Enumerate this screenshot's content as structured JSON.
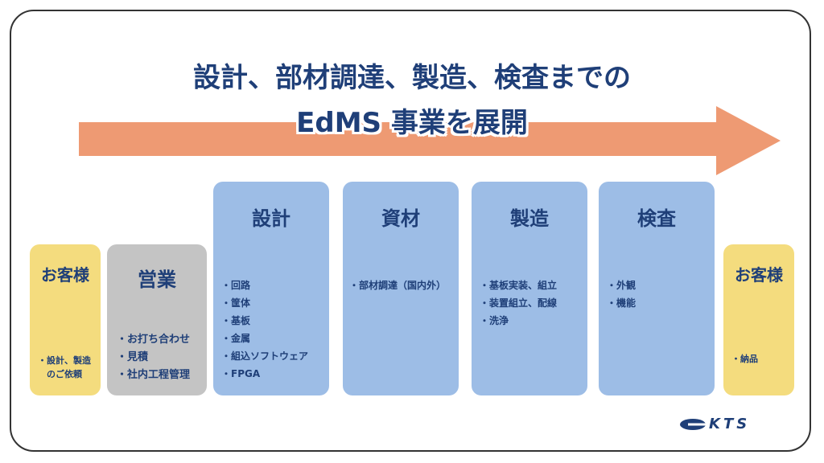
{
  "title": {
    "line1": "設計、部材調達、製造、検査までの",
    "line2": "EdMS 事業を展開"
  },
  "stages": [
    {
      "key": "customer_left",
      "title": "お客様",
      "items": [
        "・設計、製造",
        "　のご依頼"
      ]
    },
    {
      "key": "sales",
      "title": "営業",
      "items": [
        "・お打ち合わせ",
        "・見積",
        "・社内工程管理"
      ]
    },
    {
      "key": "design",
      "title": "設計",
      "items": [
        "・回路",
        "・筐体",
        "・基板",
        "・金属",
        "・組込ソフトウェア",
        "・FPGA"
      ]
    },
    {
      "key": "materials",
      "title": "資材",
      "items": [
        "・部材調達（国内外）"
      ]
    },
    {
      "key": "manufacturing",
      "title": "製造",
      "items": [
        "・基板実装、組立",
        "・装置組立、配線",
        "・洗浄"
      ]
    },
    {
      "key": "inspection",
      "title": "検査",
      "items": [
        "・外観",
        "・機能"
      ]
    },
    {
      "key": "customer_right",
      "title": "お客様",
      "items": [
        "・納品"
      ]
    }
  ],
  "logo": {
    "text": "KTS"
  },
  "colors": {
    "arrow": "#ee9a73",
    "title": "#1f3f78",
    "customer_box": "#f4dc7e",
    "sales_box": "#c4c4c4",
    "process_box": "#9dbde6",
    "border": "#333333"
  }
}
